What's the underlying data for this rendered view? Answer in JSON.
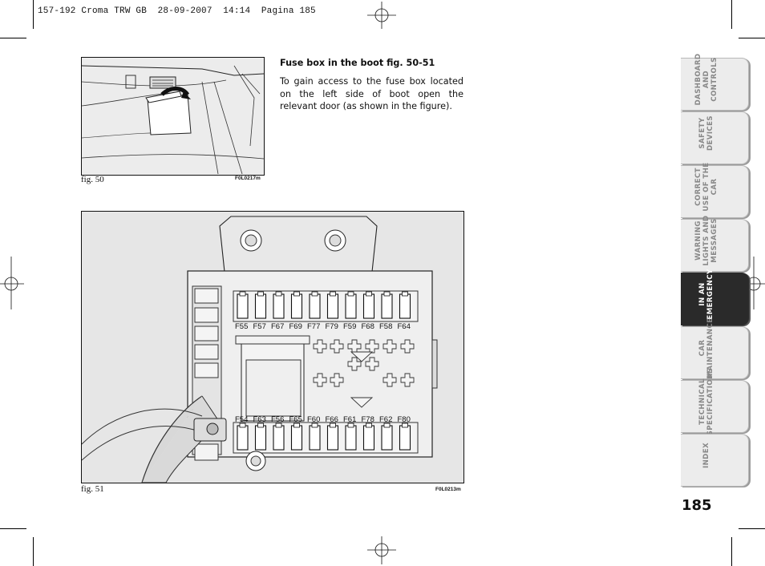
{
  "header_line": "157-192 Croma TRW GB  28-09-2007  14:14  Pagina 185",
  "section": {
    "title": "Fuse box in the boot fig. 50-51",
    "body": "To gain access to the fuse box located on the left side of boot open the relevant door (as shown in the figure)."
  },
  "figures": {
    "fig50": {
      "label": "fig. 50",
      "code": "F0L0217m"
    },
    "fig51": {
      "label": "fig. 51",
      "code": "F0L0213m"
    }
  },
  "fuses": {
    "top_row": [
      "F55",
      "F57",
      "F67",
      "F69",
      "F77",
      "F79",
      "F59",
      "F68",
      "F58",
      "F64"
    ],
    "bottom_row": [
      "F54",
      "F63",
      "F56",
      "F65",
      "F60",
      "F66",
      "F61",
      "F78",
      "F62",
      "F80"
    ]
  },
  "tabs": [
    {
      "label": "DASHBOARD AND CONTROLS",
      "active": false
    },
    {
      "label": "SAFETY DEVICES",
      "active": false
    },
    {
      "label": "CORRECT USE OF THE CAR",
      "active": false
    },
    {
      "label": "WARNING LIGHTS AND MESSAGES",
      "active": false
    },
    {
      "label": "IN AN EMERGENCY",
      "active": true
    },
    {
      "label": "CAR MAINTENANCE",
      "active": false
    },
    {
      "label": "TECHNICAL SPECIFICATIONS",
      "active": false
    },
    {
      "label": "INDEX",
      "active": false
    }
  ],
  "page_number": "185"
}
